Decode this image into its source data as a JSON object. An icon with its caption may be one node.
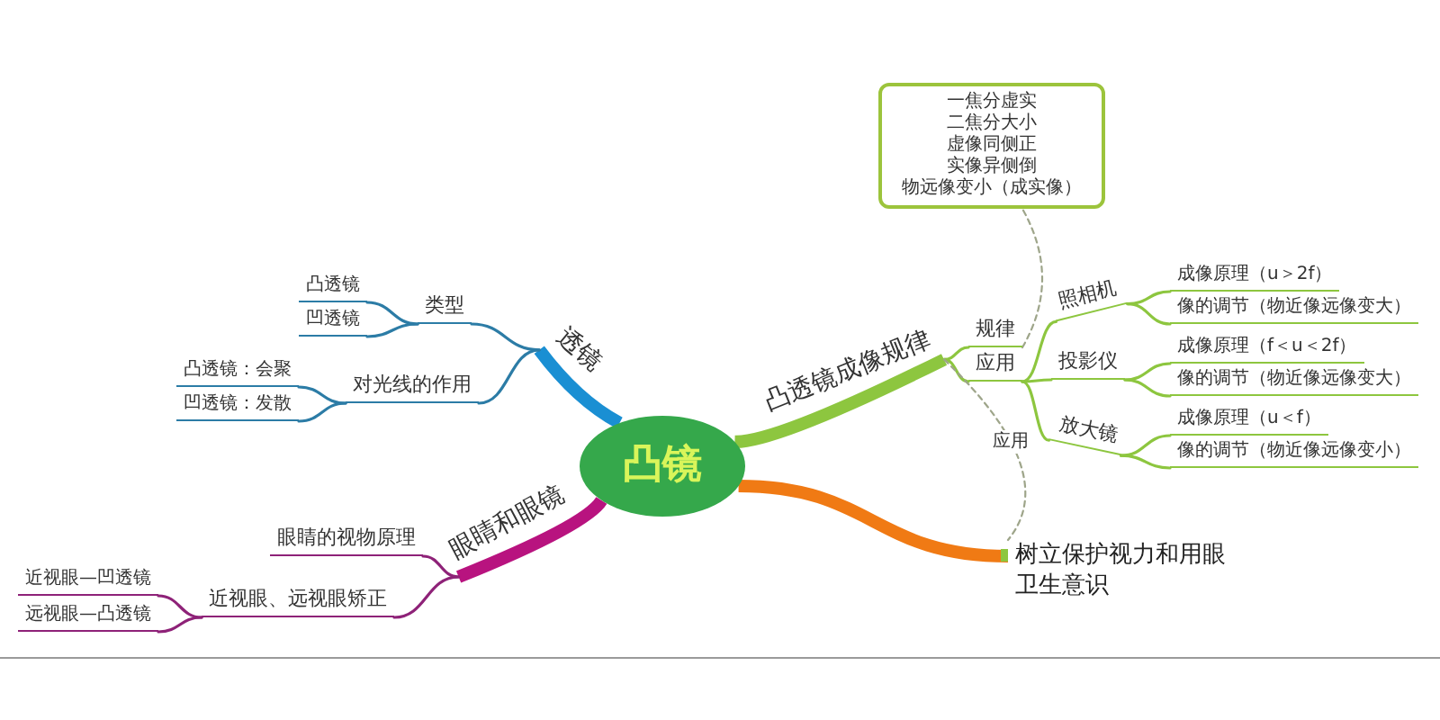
{
  "diagram": {
    "nodes": [
      {
        "text": [
          "凸镜"
        ]
      },
      {
        "text": [
          "透镜"
        ]
      },
      {
        "text": [
          "类型"
        ]
      },
      {
        "text": [
          "凸透镜"
        ]
      },
      {
        "text": [
          "凹透镜"
        ]
      },
      {
        "text": [
          "对光线的作用"
        ]
      },
      {
        "text": [
          "凸透镜：会聚"
        ]
      },
      {
        "text": [
          "凹透镜：发散"
        ]
      },
      {
        "text": [
          "眼睛和眼镜"
        ]
      },
      {
        "text": [
          "眼睛的视物原理"
        ]
      },
      {
        "text": [
          "近视眼、远视眼矫正"
        ]
      },
      {
        "text": [
          "近视眼—凹透镜"
        ]
      },
      {
        "text": [
          "远视眼—凸透镜"
        ]
      },
      {
        "text": [
          "凸透镜成像规律"
        ]
      },
      {
        "text": [
          "规律"
        ]
      },
      {
        "text": [
          "应用"
        ]
      },
      {
        "text": [
          "照相机"
        ]
      },
      {
        "text": [
          "成像原理（u＞2f）"
        ]
      },
      {
        "text": [
          "像的调节（物近像远像变大）"
        ]
      },
      {
        "text": [
          "投影仪"
        ]
      },
      {
        "text": [
          "成像原理（f＜u＜2f）"
        ]
      },
      {
        "text": [
          "像的调节（物近像远像变大）"
        ]
      },
      {
        "text": [
          "放大镜"
        ]
      },
      {
        "text": [
          "成像原理（u＜f）"
        ]
      },
      {
        "text": [
          "像的调节（物近像远像变小）"
        ]
      },
      {
        "text": [
          "一焦分虚实",
          "二焦分大小",
          "虚像同侧正",
          "实像异侧倒",
          "物远像变小（成实像）"
        ]
      },
      {
        "text": [
          "树立保护视力和用眼卫生意识"
        ]
      }
    ],
    "edges": [
      {
        "from": 0,
        "to": 1,
        "arrow": "none",
        "style": "thick",
        "color": "#1a8fd3"
      },
      {
        "from": 1,
        "to": 2,
        "arrow": "none",
        "color": "#2c7ca6"
      },
      {
        "from": 2,
        "to": 3,
        "arrow": "none",
        "color": "#2c7ca6"
      },
      {
        "from": 2,
        "to": 4,
        "arrow": "none",
        "color": "#2c7ca6"
      },
      {
        "from": 1,
        "to": 5,
        "arrow": "none",
        "color": "#2c7ca6"
      },
      {
        "from": 5,
        "to": 6,
        "arrow": "none",
        "color": "#2c7ca6"
      },
      {
        "from": 5,
        "to": 7,
        "arrow": "none",
        "color": "#2c7ca6"
      },
      {
        "from": 0,
        "to": 8,
        "arrow": "none",
        "style": "thick",
        "color": "#b8137f"
      },
      {
        "from": 8,
        "to": 9,
        "arrow": "none",
        "color": "#8e2278"
      },
      {
        "from": 8,
        "to": 10,
        "arrow": "none",
        "color": "#8e2278"
      },
      {
        "from": 10,
        "to": 11,
        "arrow": "none",
        "color": "#8e2278"
      },
      {
        "from": 10,
        "to": 12,
        "arrow": "none",
        "color": "#8e2278"
      },
      {
        "from": 0,
        "to": 13,
        "arrow": "none",
        "style": "thick"
      },
      {
        "from": 13,
        "to": 14,
        "arrow": "none"
      },
      {
        "from": 13,
        "to": 15,
        "arrow": "none"
      },
      {
        "from": 15,
        "to": 16,
        "arrow": "none"
      },
      {
        "from": 16,
        "to": 17,
        "arrow": "none"
      },
      {
        "from": 16,
        "to": 18,
        "arrow": "none"
      },
      {
        "from": 15,
        "to": 19,
        "arrow": "none"
      },
      {
        "from": 19,
        "to": 20,
        "arrow": "none"
      },
      {
        "from": 19,
        "to": 21,
        "arrow": "none"
      },
      {
        "from": 15,
        "to": 22,
        "arrow": "none"
      },
      {
        "from": 22,
        "to": 23,
        "arrow": "none"
      },
      {
        "from": 22,
        "to": 24,
        "arrow": "none"
      },
      {
        "from": 0,
        "to": 26,
        "arrow": "none",
        "style": "thick",
        "color": "#f07a14"
      },
      {
        "from": 14,
        "to": 25,
        "arrow": "none",
        "style": "dashed",
        "color": "#9ea58a"
      },
      {
        "from": 13,
        "to": 26,
        "arrow": "none",
        "style": "dashed",
        "color": "#9ea58a",
        "label": "应用"
      }
    ]
  }
}
